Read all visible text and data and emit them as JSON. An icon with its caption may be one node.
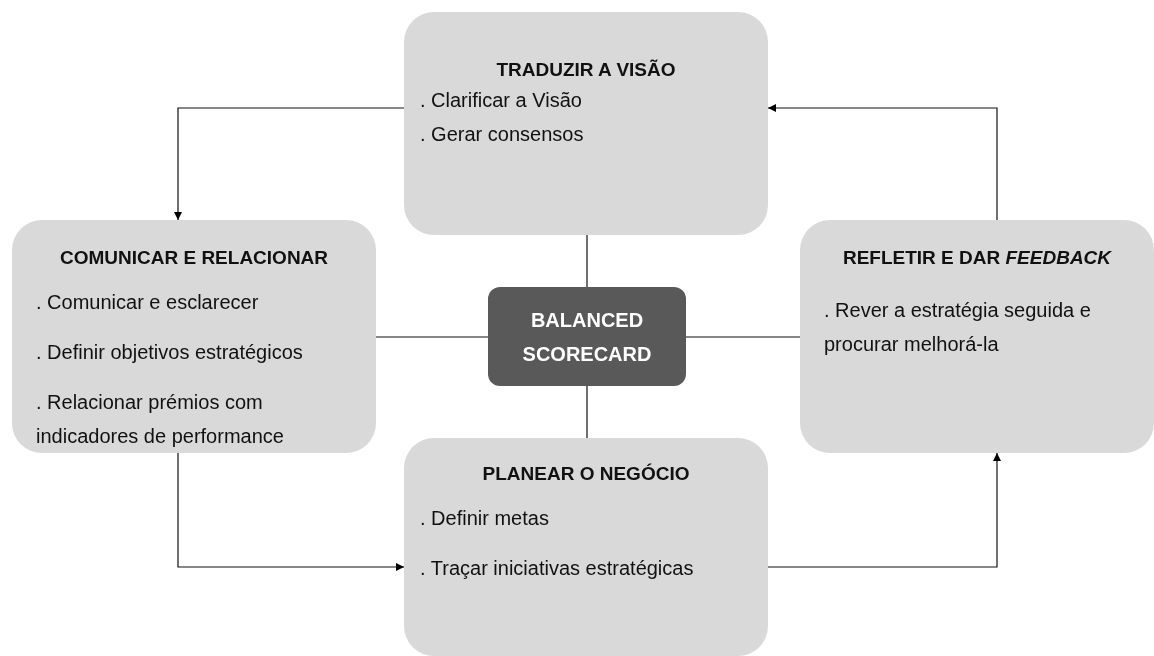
{
  "diagram": {
    "nodes": [
      {
        "text": [
          "TRADUZIR A VISÃO",
          ". Clarificar a Visão",
          ". Gerar consensos"
        ]
      },
      {
        "text": [
          "COMUNICAR E RELACIONAR",
          ". Comunicar e esclarecer",
          ". Definir objetivos estratégicos",
          ". Relacionar prémios com indicadores de performance"
        ]
      },
      {
        "text": [
          "BALANCED SCORECARD"
        ]
      },
      {
        "text": [
          "REFLETIR E DAR *FEEDBACK*",
          ". Rever a estratégia seguida e procurar melhorá-la"
        ]
      },
      {
        "text": [
          "PLANEAR O NEGÓCIO",
          ". Definir metas",
          ". Traçar iniciativas estratégicas"
        ]
      }
    ],
    "edges": [
      {
        "from": 2,
        "to": 0,
        "arrow": "none"
      },
      {
        "from": 2,
        "to": 1,
        "arrow": "none"
      },
      {
        "from": 2,
        "to": 3,
        "arrow": "none"
      },
      {
        "from": 2,
        "to": 4,
        "arrow": "none"
      },
      {
        "from": 0,
        "to": 1,
        "arrow": "to"
      },
      {
        "from": 1,
        "to": 4,
        "arrow": "to"
      },
      {
        "from": 4,
        "to": 3,
        "arrow": "to"
      },
      {
        "from": 3,
        "to": 0,
        "arrow": "to"
      }
    ]
  }
}
